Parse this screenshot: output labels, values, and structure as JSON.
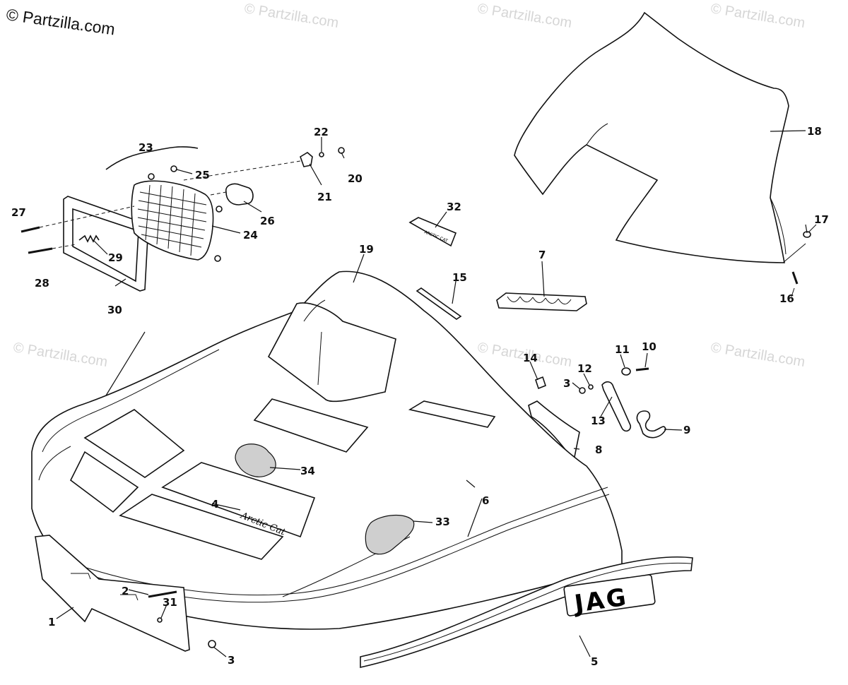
{
  "watermark": {
    "corner_text": "© Partzilla.com",
    "repeat_text": "© Partzilla.com"
  },
  "decal": {
    "jag_text": "JAG",
    "hood_script": "Arctic Cat"
  },
  "callouts": {
    "c1": "1",
    "c2": "2",
    "c3a": "3",
    "c3b": "3",
    "c4": "4",
    "c5": "5",
    "c6": "6",
    "c7": "7",
    "c8": "8",
    "c9": "9",
    "c10": "10",
    "c11": "11",
    "c12": "12",
    "c13": "13",
    "c14": "14",
    "c15": "15",
    "c16": "16",
    "c17": "17",
    "c18": "18",
    "c19": "19",
    "c20": "20",
    "c21": "21",
    "c22": "22",
    "c23": "23",
    "c24": "24",
    "c25": "25",
    "c26": "26",
    "c27": "27",
    "c28": "28",
    "c29": "29",
    "c30": "30",
    "c31": "31",
    "c32": "32",
    "c33": "33",
    "c34": "34"
  }
}
